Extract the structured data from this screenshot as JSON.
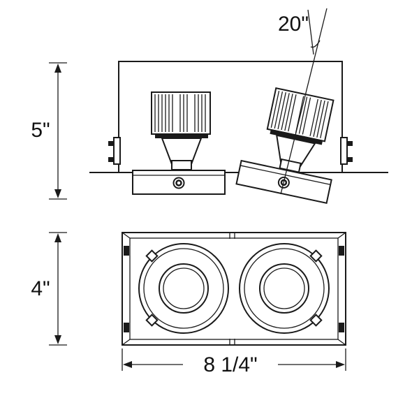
{
  "page": {
    "background_color": "#ffffff",
    "line_color": "#1a1a1a"
  },
  "drawing": {
    "subject": "dual-head multiple recessed downlight fixture, dimensioned line drawing",
    "views": [
      {
        "id": "side-elevation",
        "description": "side view with one fixed head and one tilted head"
      },
      {
        "id": "bottom-plan",
        "description": "bottom view with two round trim apertures"
      }
    ],
    "labels": {
      "height": "5\"",
      "angle": "20\"",
      "depth": "4\"",
      "width": "8 1/4\""
    }
  }
}
